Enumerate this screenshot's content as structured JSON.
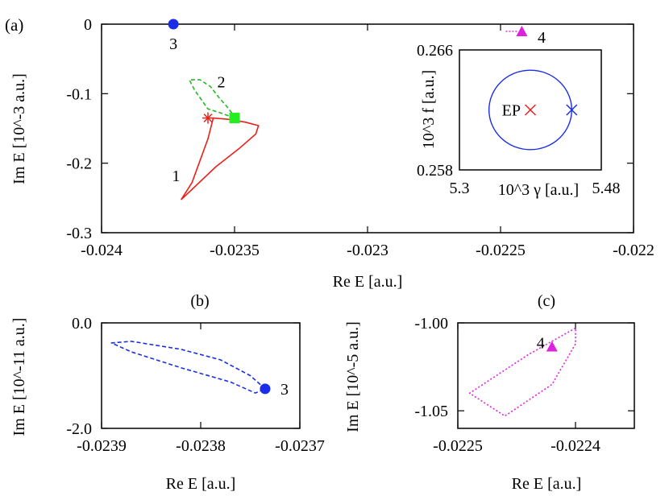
{
  "chart_data": [
    {
      "panel_label": "(a)",
      "type": "line",
      "xlabel": "Re E [a.u.]",
      "ylabel": "Im E [10^-3 a.u.]",
      "xlim": [
        -0.024,
        -0.022
      ],
      "ylim": [
        -0.3,
        0
      ],
      "xticks": [
        "-0.024",
        "-0.0235",
        "-0.023",
        "-0.0225",
        "-0.022"
      ],
      "xtick_values": [
        -0.024,
        -0.0235,
        -0.023,
        -0.0225,
        -0.022
      ],
      "yticks": [
        "-0.3",
        "-0.2",
        "-0.1",
        "0"
      ],
      "ytick_values": [
        -0.3,
        -0.2,
        -0.1,
        0
      ],
      "series": [
        {
          "label": "1",
          "color": "#e8221a",
          "style": "solid",
          "points": [
            [
              -0.02358,
              -0.135
            ],
            [
              -0.0236,
              -0.165
            ],
            [
              -0.02366,
              -0.228
            ],
            [
              -0.0237,
              -0.252
            ],
            [
              -0.02368,
              -0.245
            ],
            [
              -0.02357,
              -0.205
            ],
            [
              -0.02348,
              -0.178
            ],
            [
              -0.02342,
              -0.158
            ],
            [
              -0.02341,
              -0.146
            ],
            [
              -0.02346,
              -0.141
            ],
            [
              -0.02352,
              -0.137
            ],
            [
              -0.02358,
              -0.135
            ]
          ]
        },
        {
          "label": "2",
          "color": "#22bb22",
          "style": "dashed",
          "points": [
            [
              -0.0235,
              -0.135
            ],
            [
              -0.02355,
              -0.128
            ],
            [
              -0.0236,
              -0.122
            ],
            [
              -0.02365,
              -0.095
            ],
            [
              -0.02367,
              -0.08
            ],
            [
              -0.02363,
              -0.08
            ],
            [
              -0.02359,
              -0.09
            ],
            [
              -0.02356,
              -0.105
            ],
            [
              -0.02353,
              -0.118
            ],
            [
              -0.02351,
              -0.128
            ],
            [
              -0.0235,
              -0.135
            ]
          ]
        }
      ],
      "markers": [
        {
          "label": "3",
          "shape": "circle",
          "color": "#1a2ee8",
          "x": -0.02373,
          "y": 0.0
        },
        {
          "label": "4",
          "shape": "triangle",
          "color": "#dd22dd",
          "x": -0.02242,
          "y": -0.0104
        },
        {
          "label": "",
          "shape": "asterisk",
          "color": "#e8221a",
          "x": -0.0236,
          "y": -0.135
        },
        {
          "label": "",
          "shape": "square",
          "color": "#22ee22",
          "x": -0.0235,
          "y": -0.135
        }
      ],
      "inset": {
        "xlabel": "10^3 γ [a.u.]",
        "ylabel": "10^3 f [a.u.]",
        "xlim": [
          5.3,
          5.48
        ],
        "ylim": [
          0.258,
          0.266
        ],
        "xticks": [
          "5.3",
          "5.48"
        ],
        "yticks": [
          "0.258",
          "0.266"
        ],
        "circle": {
          "center": [
            5.39,
            0.262
          ],
          "radius_x": 0.0525,
          "radius_y": 0.00265,
          "color": "#1a2ee8"
        },
        "markers": [
          {
            "label": "EP",
            "shape": "x",
            "color": "#e8221a",
            "x": 5.39,
            "y": 0.262
          },
          {
            "label": "",
            "shape": "x",
            "color": "#1a2ee8",
            "x": 5.4425,
            "y": 0.262
          }
        ]
      }
    },
    {
      "panel_label": "(b)",
      "type": "line",
      "xlabel": "Re E [a.u.]",
      "ylabel": "Im E [10^-11 a.u.]",
      "xlim": [
        -0.0239,
        -0.0237
      ],
      "ylim": [
        -2.0,
        0.0
      ],
      "xticks": [
        "-0.0239",
        "-0.0238",
        "-0.0237"
      ],
      "xtick_values": [
        -0.0239,
        -0.0238,
        -0.0237
      ],
      "yticks": [
        "-2.0",
        "0.0"
      ],
      "ytick_values": [
        -2.0,
        0.0
      ],
      "series": [
        {
          "label": "3",
          "color": "#1a2ee8",
          "style": "dashed",
          "points": [
            [
              -0.023735,
              -1.25
            ],
            [
              -0.02375,
              -1.0
            ],
            [
              -0.02378,
              -0.7
            ],
            [
              -0.02382,
              -0.5
            ],
            [
              -0.02387,
              -0.35
            ],
            [
              -0.02389,
              -0.38
            ],
            [
              -0.02387,
              -0.55
            ],
            [
              -0.02382,
              -0.85
            ],
            [
              -0.02377,
              -1.12
            ],
            [
              -0.023745,
              -1.33
            ],
            [
              -0.023735,
              -1.25
            ]
          ]
        }
      ],
      "markers": [
        {
          "label": "3",
          "shape": "circle",
          "color": "#1a2ee8",
          "x": -0.023735,
          "y": -1.25
        }
      ]
    },
    {
      "panel_label": "(c)",
      "type": "line",
      "xlabel": "Re E [a.u.]",
      "ylabel": "Im E [10^-5 a.u.]",
      "xlim": [
        -0.0225,
        -0.02235
      ],
      "ylim": [
        -1.06,
        -1.0
      ],
      "xticks": [
        "-0.0225",
        "-0.0224"
      ],
      "xtick_values": [
        -0.0225,
        -0.0224
      ],
      "yticks": [
        "-1.00",
        "-1.05"
      ],
      "ytick_values": [
        -1.0,
        -1.05
      ],
      "series": [
        {
          "label": "4",
          "color": "#dd22dd",
          "style": "dotted",
          "points": [
            [
              -0.0224,
              -1.003
            ],
            [
              -0.02244,
              -1.018
            ],
            [
              -0.02249,
              -1.04
            ],
            [
              -0.02246,
              -1.053
            ],
            [
              -0.02242,
              -1.035
            ],
            [
              -0.0224,
              -1.012
            ],
            [
              -0.0224,
              -1.003
            ]
          ]
        }
      ],
      "markers": [
        {
          "label": "4",
          "shape": "triangle",
          "color": "#dd22dd",
          "x": -0.02242,
          "y": -1.0135
        }
      ]
    }
  ]
}
